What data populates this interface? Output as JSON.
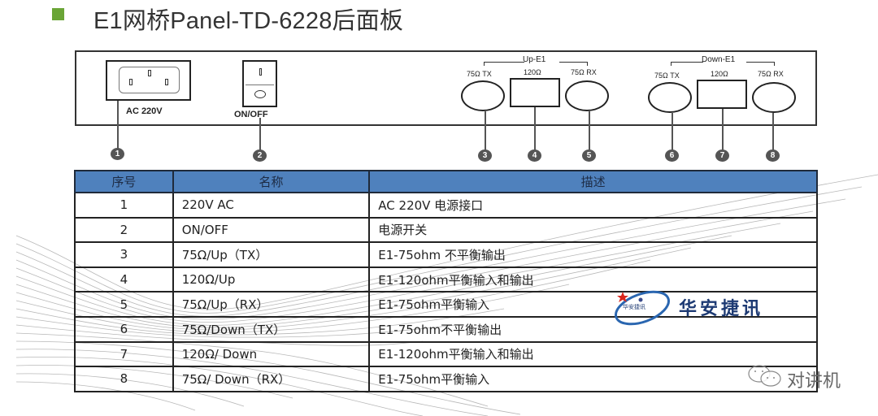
{
  "title": {
    "text": "E1网桥Panel-TD-6228后面板",
    "bullet_color": "#6aa536"
  },
  "panel": {
    "power_inlet": {
      "label": "AC 220V",
      "callout": "1"
    },
    "power_switch": {
      "label": "ON/OFF",
      "on_symbol": "I",
      "off_symbol": "O",
      "callout": "2"
    },
    "up_e1": {
      "group_label": "Up-E1",
      "ports": [
        {
          "label": "75Ω TX",
          "type": "bnc",
          "callout": "3"
        },
        {
          "label": "120Ω",
          "type": "rj48",
          "callout": "4"
        },
        {
          "label": "75Ω RX",
          "type": "bnc",
          "callout": "5"
        }
      ]
    },
    "down_e1": {
      "group_label": "Down-E1",
      "ports": [
        {
          "label": "75Ω TX",
          "type": "bnc",
          "callout": "6"
        },
        {
          "label": "120Ω",
          "type": "rj48",
          "callout": "7"
        },
        {
          "label": "75Ω RX",
          "type": "bnc",
          "callout": "8"
        }
      ]
    }
  },
  "table": {
    "header_color": "#4f81bd",
    "columns": [
      "序号",
      "名称",
      "描述"
    ],
    "rows": [
      {
        "no": "1",
        "name": "220V AC",
        "desc": "AC 220V 电源接口"
      },
      {
        "no": "2",
        "name": "ON/OFF",
        "desc": "电源开关"
      },
      {
        "no": "3",
        "name": "75Ω/Up（TX）",
        "desc": "E1-75ohm 不平衡输出"
      },
      {
        "no": "4",
        "name": "120Ω/Up",
        "desc": "E1-120ohm平衡输入和输出"
      },
      {
        "no": "5",
        "name": "75Ω/Up（RX）",
        "desc": "E1-75ohm平衡输入"
      },
      {
        "no": "6",
        "name": "75Ω/Down（TX）",
        "desc": "E1-75ohm不平衡输出"
      },
      {
        "no": "7",
        "name": "120Ω/ Down",
        "desc": "E1-120ohm平衡输入和输出"
      },
      {
        "no": "8",
        "name": "75Ω/ Down（RX）",
        "desc": "E1-75ohm平衡输入"
      }
    ]
  },
  "logo": {
    "text": "华安捷讯",
    "sub": "华安捷讯",
    "color": "#1d3a73"
  },
  "watermark": {
    "text": "对讲机",
    "icon": "wechat-icon"
  }
}
